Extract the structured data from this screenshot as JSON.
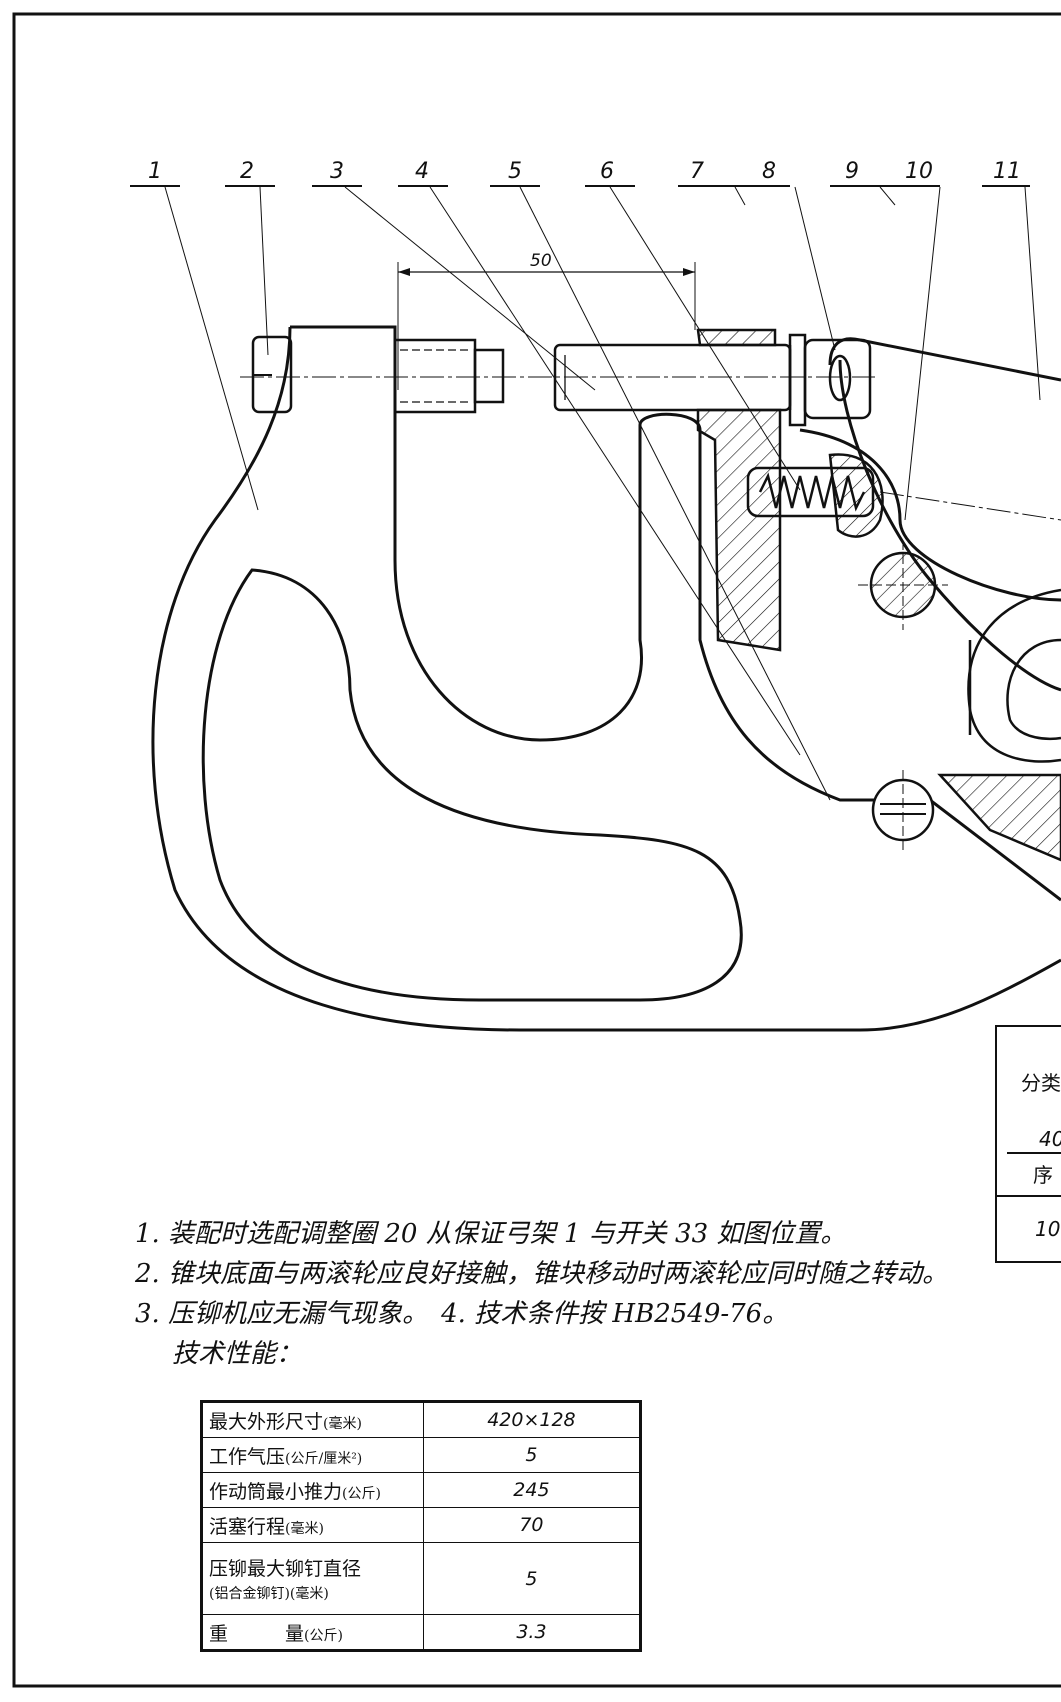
{
  "part_labels": [
    "1",
    "2",
    "3",
    "4",
    "5",
    "6",
    "7",
    "8",
    "9",
    "10",
    "11"
  ],
  "dimension_label": "50",
  "notes": [
    "1. 装配时选配调整圈 20 从保证弓架 1 与开关 33 如图位置。",
    "2. 锥块底面与两滚轮应良好接触，锥块移动时两滚轮应同时随之转动。",
    "3. 压铆机应无漏气现象。　4. 技术条件按 HB2549-76。",
    "技术性能："
  ],
  "spec_table": {
    "rows": [
      {
        "name": "最大外形尺寸",
        "unit": "(毫米)",
        "value": "420×128"
      },
      {
        "name": "工作气压",
        "unit": "(公斤/厘米²)",
        "value": "5"
      },
      {
        "name": "作动筒最小推力",
        "unit": "(公斤)",
        "value": "245"
      },
      {
        "name": "活塞行程",
        "unit": "(毫米)",
        "value": "70"
      },
      {
        "name": "压铆最大铆钉直径",
        "unit": "(铝合金铆钉)(毫米)",
        "value": "5"
      },
      {
        "name": "重　　　量",
        "unit": "(公斤)",
        "value": "3.3"
      }
    ]
  },
  "title_block": {
    "cell_1": "分类",
    "cell_2": "40",
    "cell_3": "序",
    "cell_4": "10"
  }
}
